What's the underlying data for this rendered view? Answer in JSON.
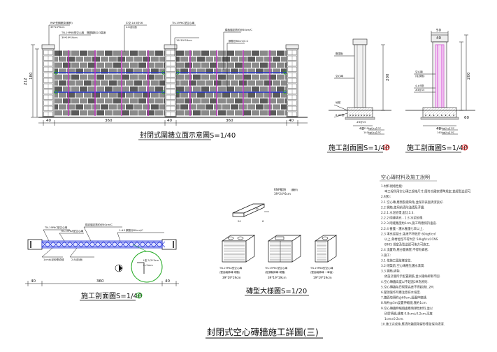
{
  "sheet_title": "封閉式空心磚牆施工詳圖(三)",
  "colors": {
    "brick": "#8a8a8a",
    "brick_dark": "#5a5a5a",
    "rebar_blue": "#2233cc",
    "rebar_magenta": "#cc22cc",
    "highlight_green": "#22aa22",
    "section_red": "#dd2222",
    "grid_blue": "#1a2ad8"
  },
  "elevation": {
    "caption": "封閉式圍牆立面示意圖S=1/40",
    "callouts": [
      "RNP型鋼壓頂(鍍鋅)",
      "39*24*6cm",
      "TN-19P6B型空心磚",
      "隔層錨栓2/3高度",
      "39*19*19cm",
      "中空:1#3@16",
      "2.8(剖)面",
      "TN-19P6C型空心磚",
      "19*19*19cm",
      "模板錨定筋約@60cm/C",
      "鋼筋@60cm/C:C"
    ],
    "dims": {
      "left_end": "40",
      "span_1": "360",
      "middle": "40",
      "span_2": "360",
      "right_end": "40",
      "height_total": "212",
      "height_wall": "180"
    }
  },
  "section_a": {
    "caption": "施工剖面圖S=1/40",
    "callouts": [
      "壓頂板",
      "空心磚",
      "地樑",
      "8-#5筋",
      "#3@15",
      "210kgf/c㎡ PC",
      "140kgf/c㎡ PC"
    ],
    "dims": [
      "200",
      "40"
    ]
  },
  "section_b": {
    "caption": "施工剖面圖S=1/40",
    "callouts": [
      "空心磚",
      "(柱頂板)",
      "4-#5筋",
      "#3@15",
      "210kgf/c㎡ PC",
      "140kgf/c㎡ PC"
    ],
    "dims": [
      "50",
      "40",
      "200",
      "60",
      "40"
    ]
  },
  "plan": {
    "caption": "施工剖面圖S=1/40",
    "callouts": [
      "TN-19P6C型空心磚",
      "TN-19P6A型空心磚",
      "橫向錨定筋約@60cm/C",
      "1-#3 鋼筋@60cm/C",
      "1cm水泥砂漿填縫",
      "L型 1/2*3cm",
      "t=2mm",
      "2.8(剖)面"
    ],
    "dims": [
      "40",
      "360",
      "40"
    ]
  },
  "bricks": {
    "caption": "磚型大樣圖S=1/20",
    "cap_label": "RNP壓頂",
    "cap_note": "(鍍鋅)",
    "cap_size": "39*24*6cm",
    "cap_dims": [
      "6",
      "24",
      "39"
    ],
    "items": [
      {
        "name": "TN-19P6A型空心磚",
        "note": "(雙面裝飾磚 砌體)",
        "size": "39*19*19cm"
      },
      {
        "name": "TN-19P6C型空心磚",
        "note": "(柱頭裝飾磚 砌體)",
        "size": "39*19*19cm"
      },
      {
        "name": "TN-19P6D型空心磚",
        "note": "(雙面裝飾磚 一單面)",
        "size": "19*19*19cm"
      }
    ]
  },
  "notes": {
    "title": "空心磚材料及施工說明",
    "lines": [
      "1.材料規格性能:",
      "本工程所用空心磚之規格尺寸,應符合國家標準規定,並經監造認可.",
      "2.材料:",
      "2.1 空心磚,應無裂縫缺角,並保持表面清潔良好.",
      "2.2 鋼筋,使用前清除油漬及浮鏽.",
      "2.2.1 水泥砂漿,配比1:3.",
      "2.2.2 砌縫填充 - 1:3 水泥砂漿.",
      "2.2.3 砌縫寬度約1cm,施工時應保持垂直.",
      "2.2.4 養護 - 灑水養護七日以上.",
      "2.3 填充混凝土,強度不得低於 60kgf/c㎡",
      "以上,骨材粒徑不得大於 54kgf/c㎡ CNS",
      "8905 規定及監造認可後方可施工.",
      "2.4 澆置時,應分層搗實,不得有蜂窩.",
      "3.施工:",
      "3.1 依施工圖放樣定位.",
      "3.2 砌築前,空心磚應先灑水濕潤.",
      "3.3 鋼筋,綁紮.",
      "依設計圖所示配置鋼筋,並以鐵絲綁紮牢固.",
      "4.空心磚牆高度以不超過2M為原則.",
      "5.空心磚牆每日砌築高度不得超過1.2M.",
      "6.壓頂施作時應注意排水坡度.",
      "7.牆面每隔約@60cm,設置伸縮縫.",
      "8.每約@3m設置伸縮縫,寬約1cm.",
      "9.空心磚牆伸縮縫處應填彈性材料,並以",
      "矽膠填縫,縫寬 0.8cm±0.2cm,深度",
      "1cm±0.2cm.",
      "10.施工完成後,應清除牆面殘留砂漿並保持清潔."
    ]
  }
}
